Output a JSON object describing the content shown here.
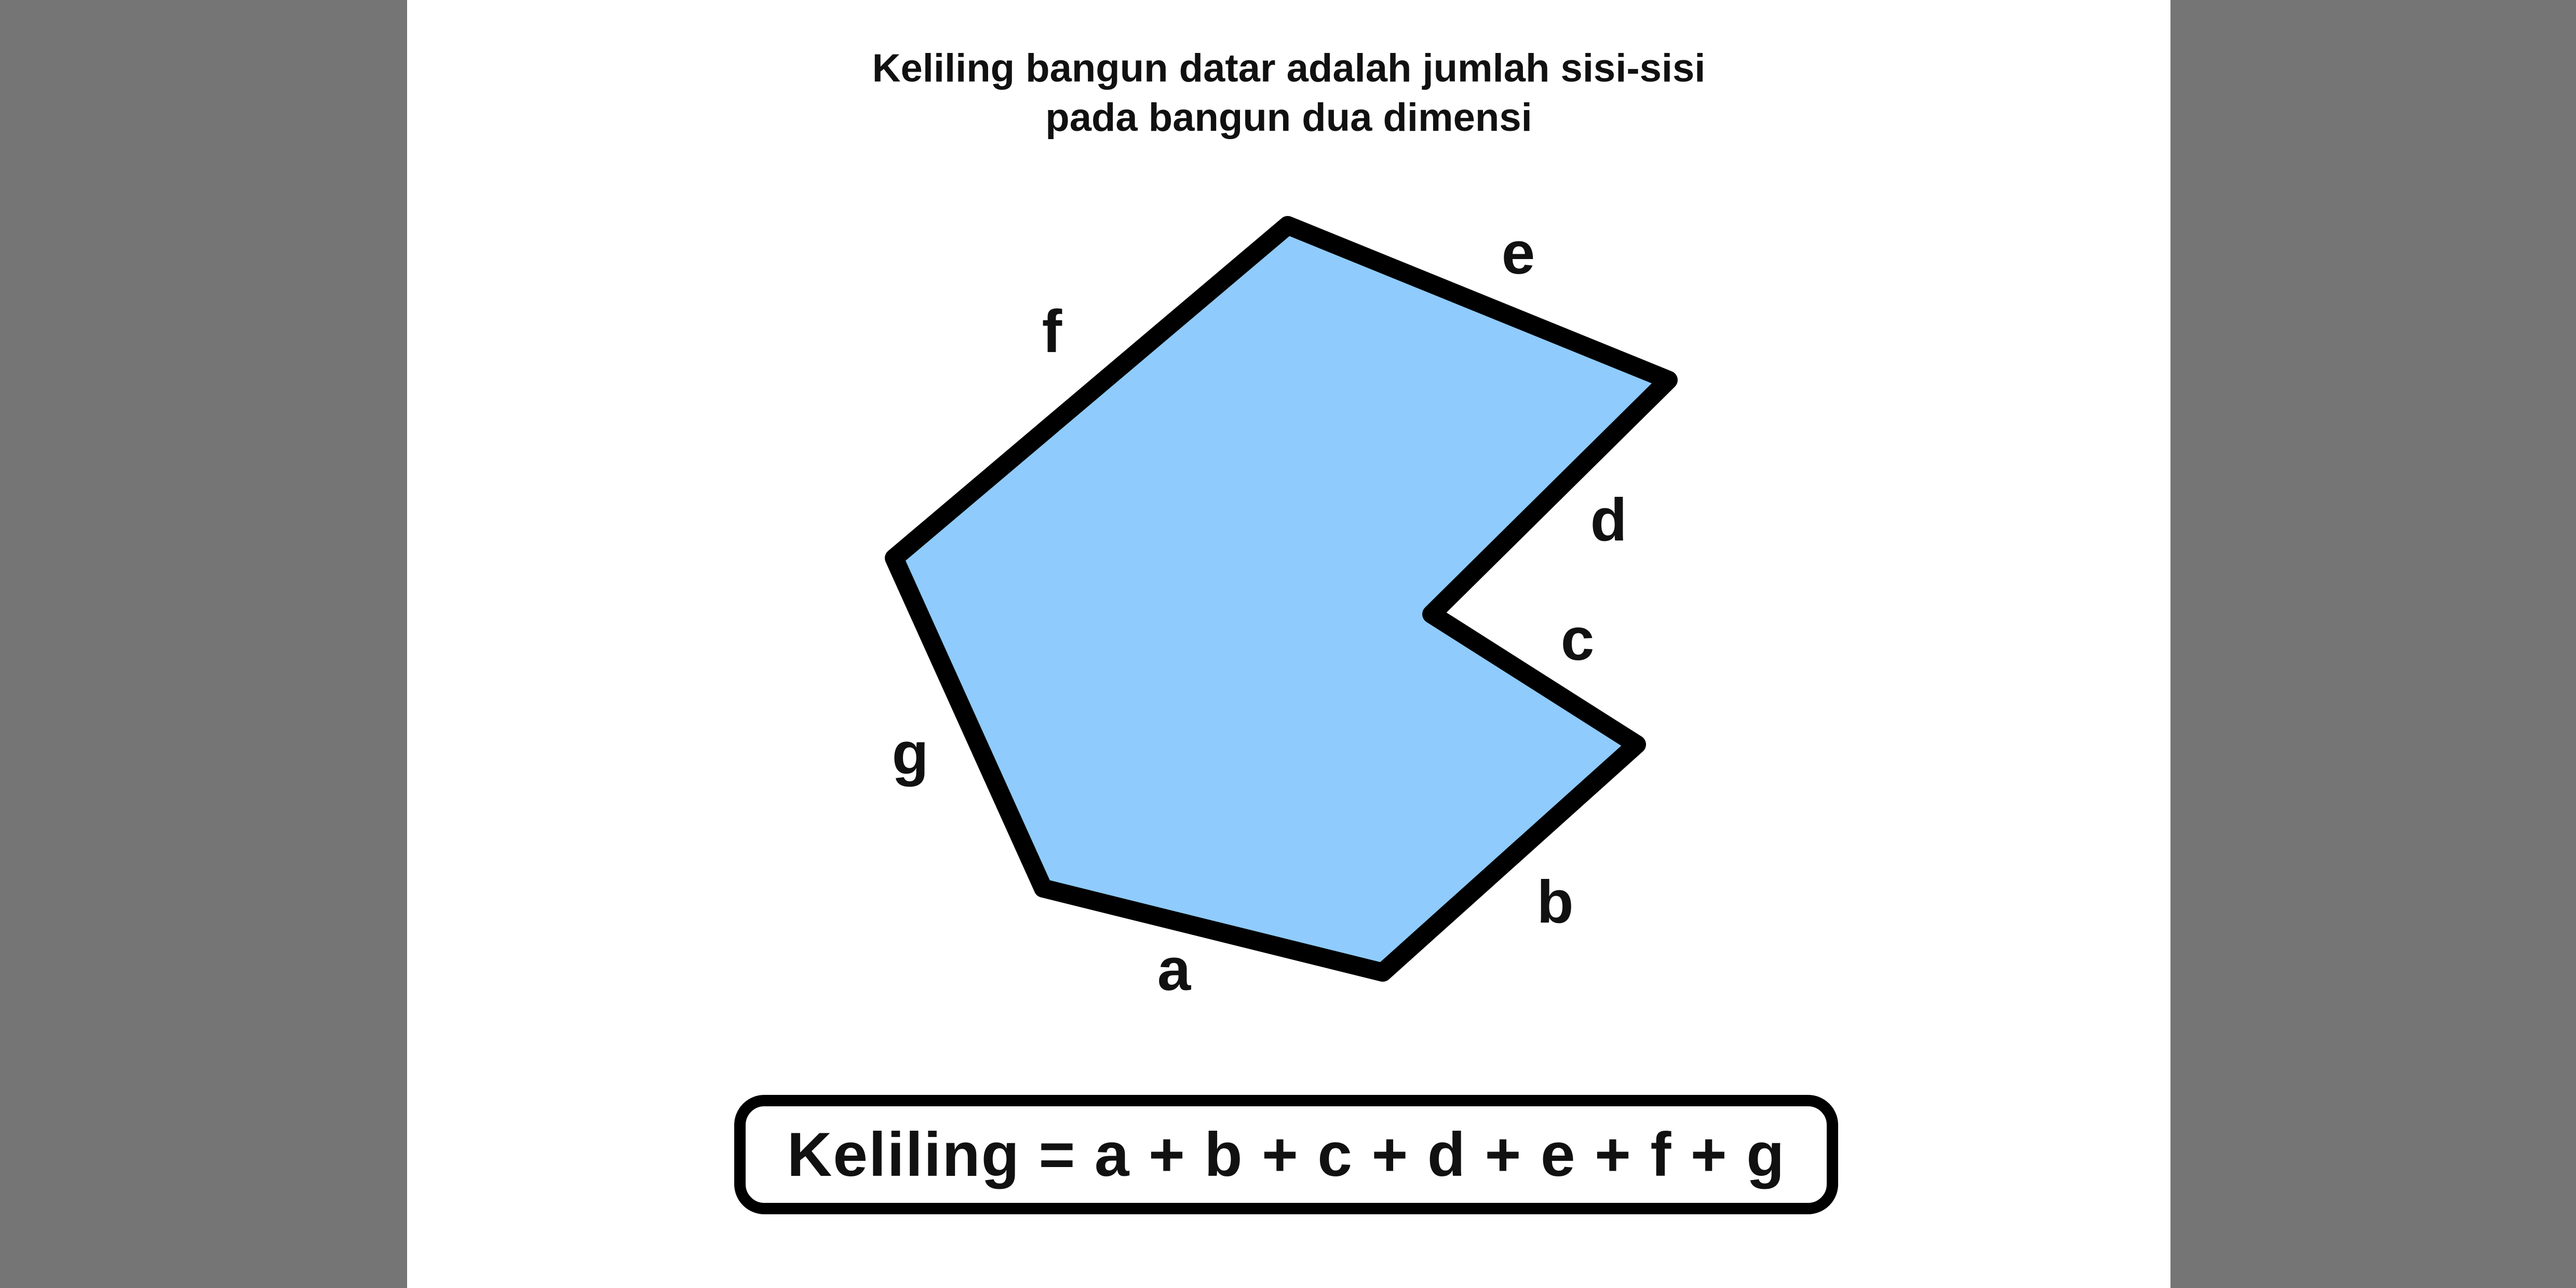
{
  "title": {
    "line1": "Keliling bangun datar adalah jumlah sisi-sisi",
    "line2": "pada bangun dua dimensi"
  },
  "polygon": {
    "fill_color": "#8fcbfc",
    "stroke_color": "#000000",
    "side_labels": {
      "a": "a",
      "b": "b",
      "c": "c",
      "d": "d",
      "e": "e",
      "f": "f",
      "g": "g"
    }
  },
  "formula": {
    "text": "Keliling = a + b + c + d + e + f + g"
  }
}
